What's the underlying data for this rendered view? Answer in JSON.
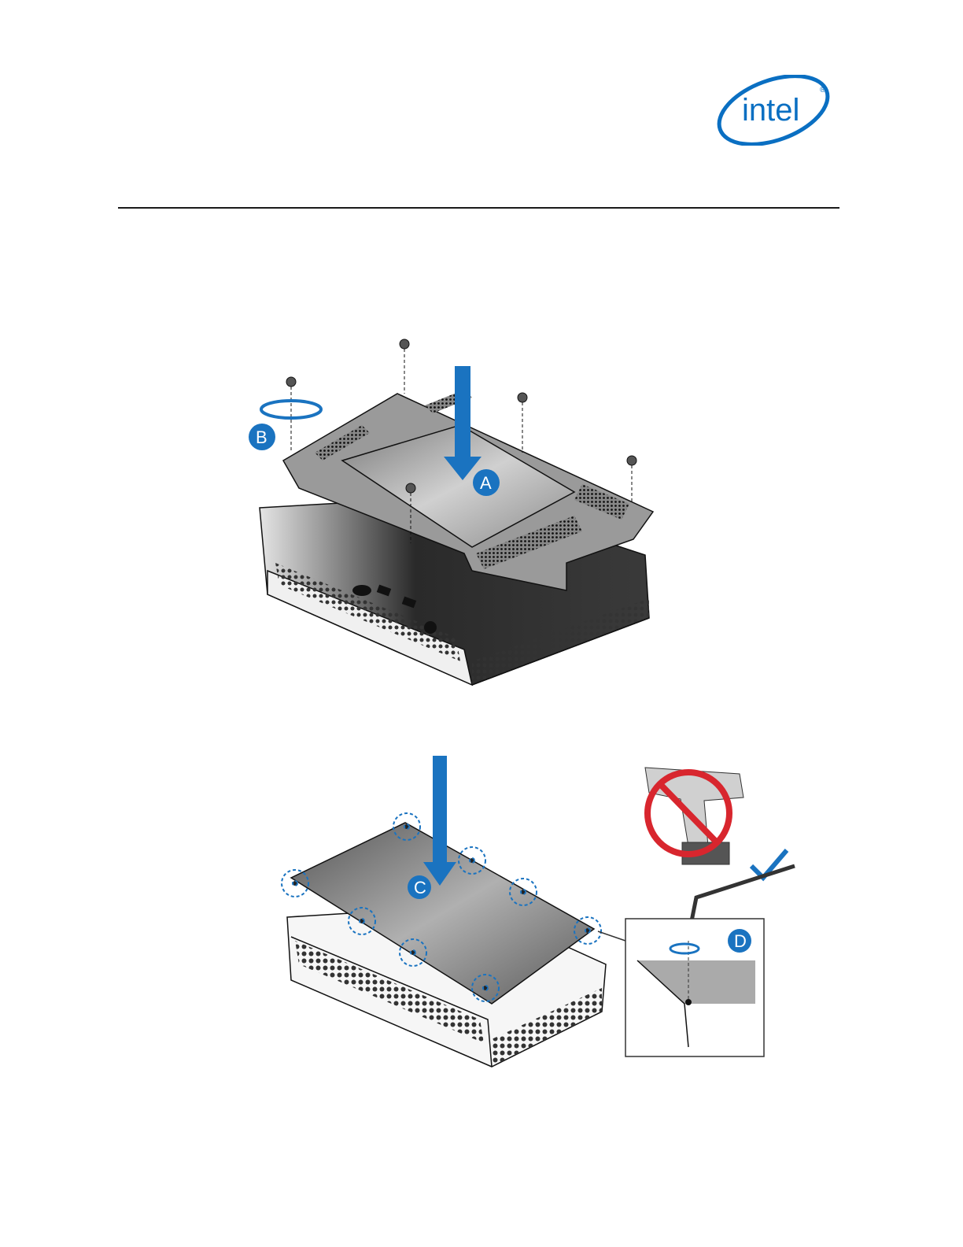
{
  "logo": {
    "text": "intel",
    "registered": "®",
    "color": "#0a6fc2"
  },
  "figure1": {
    "labels": {
      "a": "A",
      "b": "B"
    },
    "accent": "#1a73c0"
  },
  "figure2": {
    "labels": {
      "c": "C",
      "d": "D"
    },
    "accent": "#1a73c0",
    "prohibit_color": "#d8262e"
  }
}
